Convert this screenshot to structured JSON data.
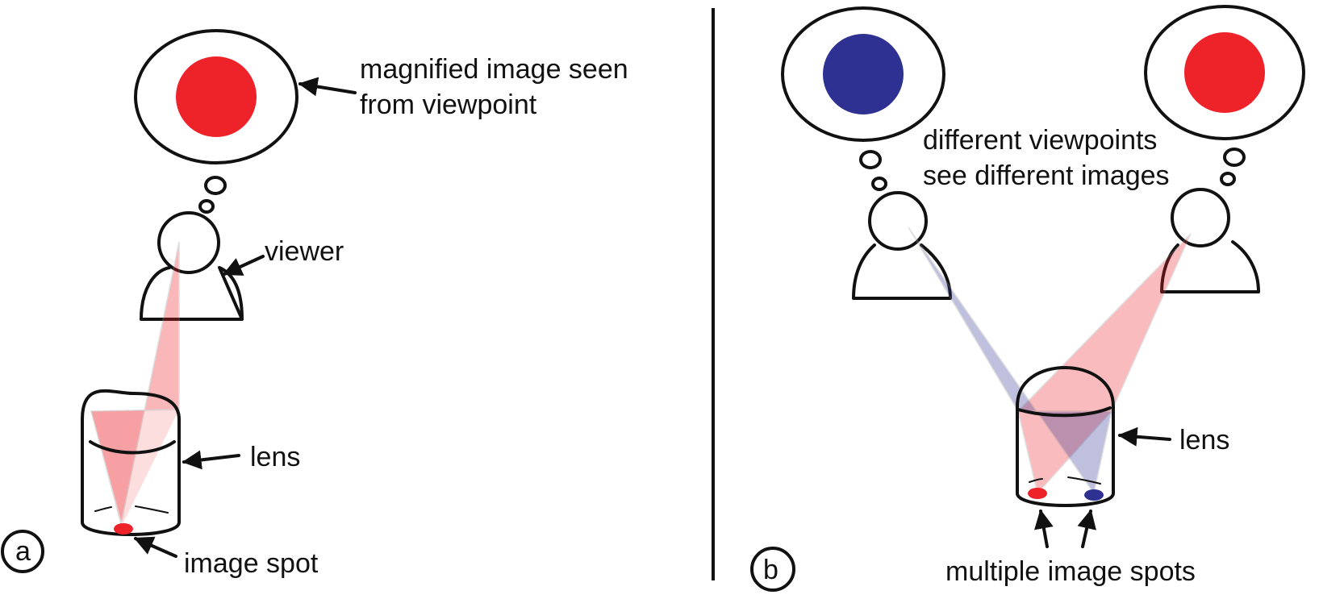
{
  "panel_a": {
    "label": "a",
    "caption_line1": "magnified image seen",
    "caption_line2": "from viewpoint",
    "viewer_label": "viewer",
    "lens_label": "lens",
    "spot_label": "image spot"
  },
  "panel_b": {
    "label": "b",
    "caption_line1": "different viewpoints",
    "caption_line2": "see different images",
    "lens_label": "lens",
    "spots_label": "multiple image spots"
  },
  "colors": {
    "red": "#ee2229",
    "blue": "#2e3192",
    "red_beam": "#f4a6a8",
    "blue_beam": "#9aa0cf"
  }
}
